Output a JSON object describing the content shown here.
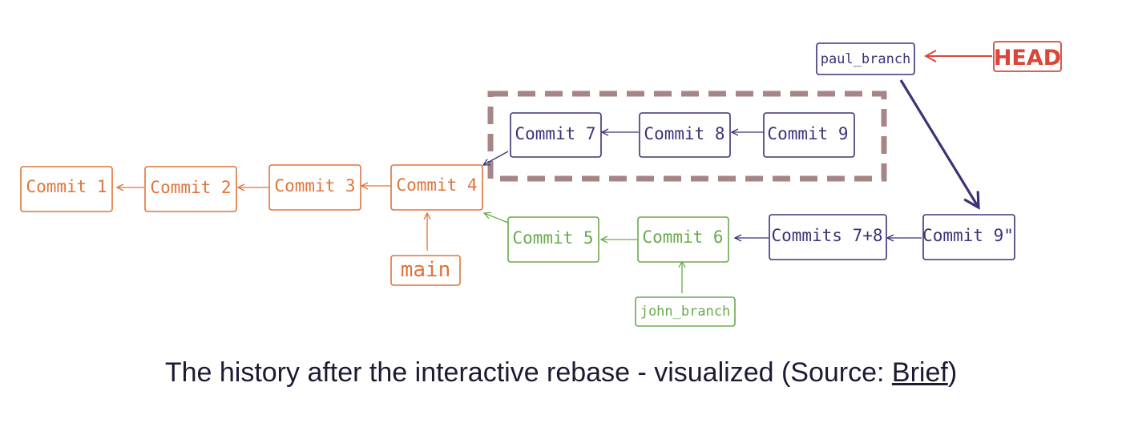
{
  "colors": {
    "orange": "#e0743a",
    "green": "#6aaa4e",
    "purple": "#3e3277",
    "red": "#d9473a",
    "dash_box": "#a58585"
  },
  "nodes": {
    "commit1": "Commit 1",
    "commit2": "Commit 2",
    "commit3": "Commit 3",
    "commit4": "Commit 4",
    "commit5": "Commit 5",
    "commit6": "Commit 6",
    "commit7": "Commit 7",
    "commit8": "Commit 8",
    "commit9": "Commit 9",
    "commits78": "Commits 7+8",
    "commit9pp": "Commit 9\"",
    "main": "main",
    "john_branch": "john_branch",
    "paul_branch": "paul_branch",
    "head": "HEAD"
  },
  "caption": {
    "text": "The history after the interactive rebase - visualized (Source: ",
    "link": "Brief",
    "end": ")"
  }
}
